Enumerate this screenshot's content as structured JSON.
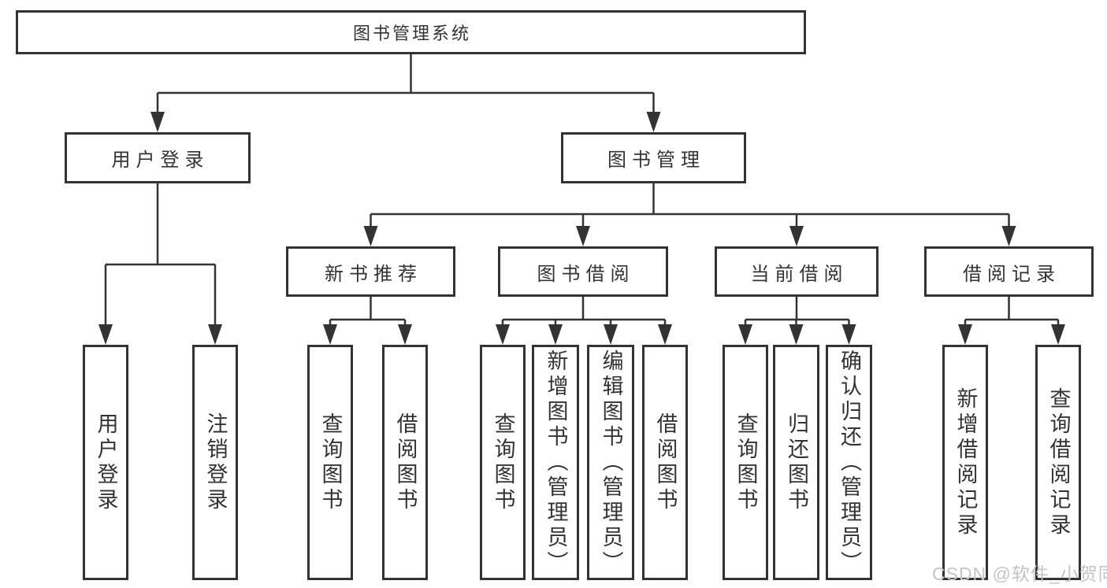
{
  "diagram": {
    "root": {
      "label": "图书管理系统",
      "children": [
        {
          "label": "用户登录",
          "children": [
            {
              "label": "用户登录"
            },
            {
              "label": "注销登录"
            }
          ]
        },
        {
          "label": "图书管理",
          "children": [
            {
              "label": "新书推荐",
              "children": [
                {
                  "label": "查询图书"
                },
                {
                  "label": "借阅图书"
                }
              ]
            },
            {
              "label": "图书借阅",
              "children": [
                {
                  "label": "查询图书"
                },
                {
                  "label": "新增图书（管理员）"
                },
                {
                  "label": "编辑图书（管理员）"
                },
                {
                  "label": "借阅图书"
                }
              ]
            },
            {
              "label": "当前借阅",
              "children": [
                {
                  "label": "查询图书"
                },
                {
                  "label": "归还图书"
                },
                {
                  "label": "确认归还（管理员）"
                }
              ]
            },
            {
              "label": "借阅记录",
              "children": [
                {
                  "label": "新增借阅记录"
                },
                {
                  "label": "查询借阅记录"
                }
              ]
            }
          ]
        }
      ]
    }
  },
  "watermark": {
    "text": "CSDN @软件_小贺同学"
  },
  "colors": {
    "line": "#333333",
    "box_border": "#333333",
    "box_fill": "#ffffff",
    "text": "#333333",
    "watermark": "#c5c5c5",
    "background": "#ffffff"
  }
}
